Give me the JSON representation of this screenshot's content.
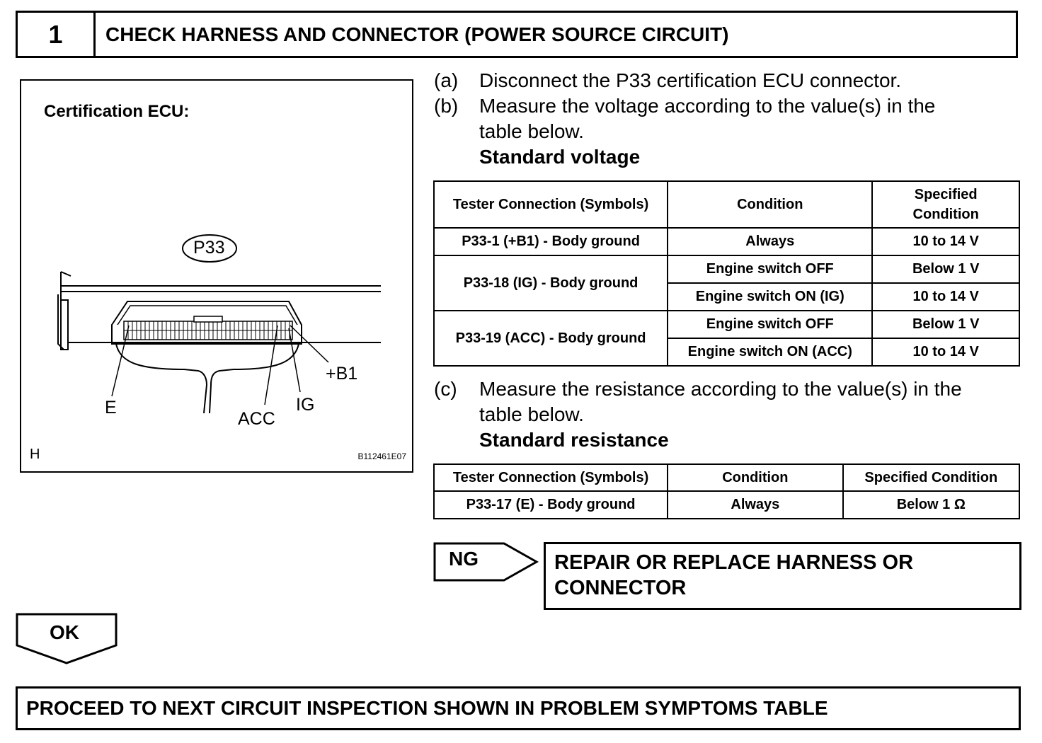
{
  "header": {
    "step_number": "1",
    "title": "CHECK HARNESS AND CONNECTOR (POWER SOURCE CIRCUIT)"
  },
  "figure": {
    "title": "Certification ECU:",
    "connector_id": "P33",
    "labels": {
      "e": "E",
      "acc": "ACC",
      "ig": "IG",
      "b1": "+B1"
    },
    "corner_letter": "H",
    "figure_code": "B112461E07"
  },
  "steps": {
    "a": {
      "letter": "(a)",
      "text": "Disconnect the P33 certification ECU connector."
    },
    "b": {
      "letter": "(b)",
      "line1": "Measure the voltage according to the value(s) in the",
      "line2": "table below."
    },
    "b_standard": "Standard voltage",
    "c": {
      "letter": "(c)",
      "line1": "Measure the resistance according to the value(s) in the",
      "line2": "table below."
    },
    "c_standard": "Standard resistance"
  },
  "voltage_table": {
    "headers": [
      "Tester Connection (Symbols)",
      "Condition",
      "Specified",
      "Condition"
    ],
    "rows": [
      {
        "connection": "P33-1 (+B1) - Body ground",
        "condition": "Always",
        "spec": "10 to 14 V"
      },
      {
        "connection": "P33-18 (IG) - Body ground",
        "condition": "Engine switch OFF",
        "spec": "Below 1 V"
      },
      {
        "condition": "Engine switch ON (IG)",
        "spec": "10 to 14 V"
      },
      {
        "connection": "P33-19 (ACC) - Body ground",
        "condition": "Engine switch OFF",
        "spec": "Below 1 V"
      },
      {
        "condition": "Engine switch ON (ACC)",
        "spec": "10 to 14 V"
      }
    ]
  },
  "resistance_table": {
    "headers": [
      "Tester Connection (Symbols)",
      "Condition",
      "Specified Condition"
    ],
    "rows": [
      {
        "connection": "P33-17 (E) - Body ground",
        "condition": "Always",
        "spec": "Below 1 Ω"
      }
    ]
  },
  "ng": {
    "label": "NG",
    "action_line1": "REPAIR OR REPLACE HARNESS OR",
    "action_line2": "CONNECTOR"
  },
  "ok": {
    "label": "OK",
    "action": "PROCEED TO NEXT CIRCUIT INSPECTION SHOWN IN PROBLEM SYMPTOMS TABLE"
  }
}
